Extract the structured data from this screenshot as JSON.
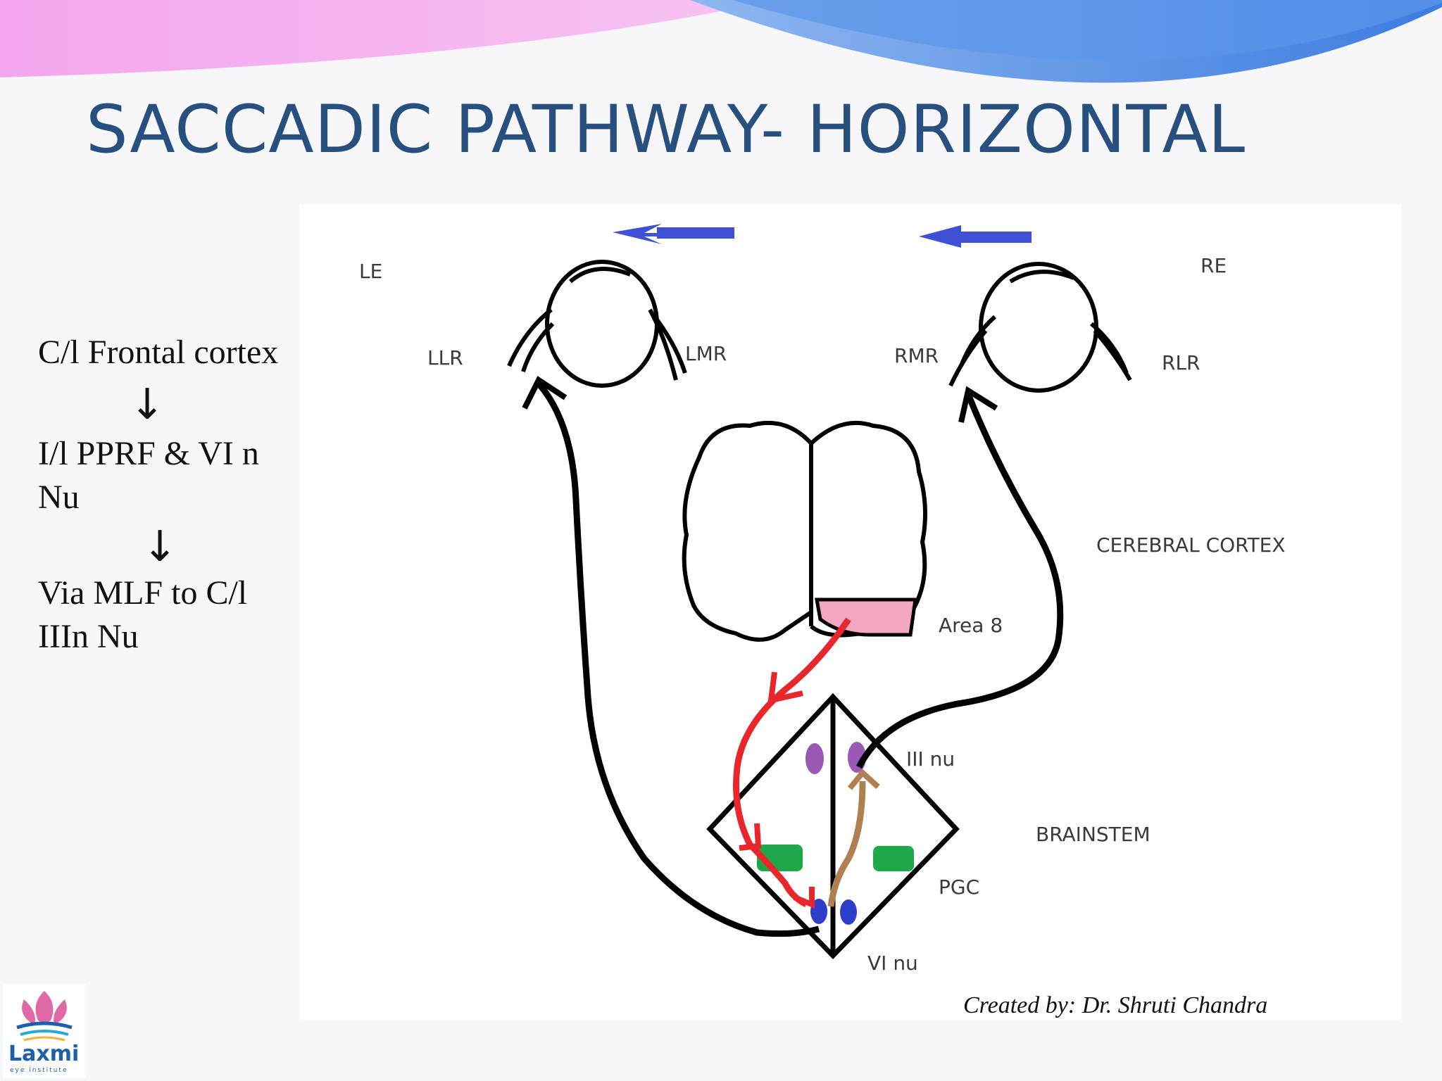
{
  "slide": {
    "title": "SACCADIC PATHWAY- HORIZONTAL",
    "flow_steps": [
      "C/l Frontal cortex",
      "I/l PPRF & VI n Nu",
      "Via MLF to C/l IIIn Nu"
    ],
    "arrow_glyph": "↓",
    "credit": "Created by: Dr. Shruti Chandra"
  },
  "diagram": {
    "labels": {
      "le": "LE",
      "re": "RE",
      "llr": "LLR",
      "lmr": "LMR",
      "rmr": "RMR",
      "rlr": "RLR",
      "cerebral_cortex": "CEREBRAL CORTEX",
      "area8": "Area 8",
      "iii_nu": "III nu",
      "brainstem": "BRAINSTEM",
      "pgc": "PGC",
      "vi_nu": "VI nu"
    },
    "colors": {
      "gaze_arrow": "#3f4fd6",
      "frontal_path": "#e8262b",
      "mlf_path": "#b08053",
      "area8_fill": "#f4a7c4",
      "pgc_nucleus": "#1fa84a",
      "iii_nucleus": "#9b59b6",
      "vi_nucleus": "#2d3fc9"
    }
  },
  "logo": {
    "name": "Laxmi",
    "subtitle": "eye institute"
  }
}
